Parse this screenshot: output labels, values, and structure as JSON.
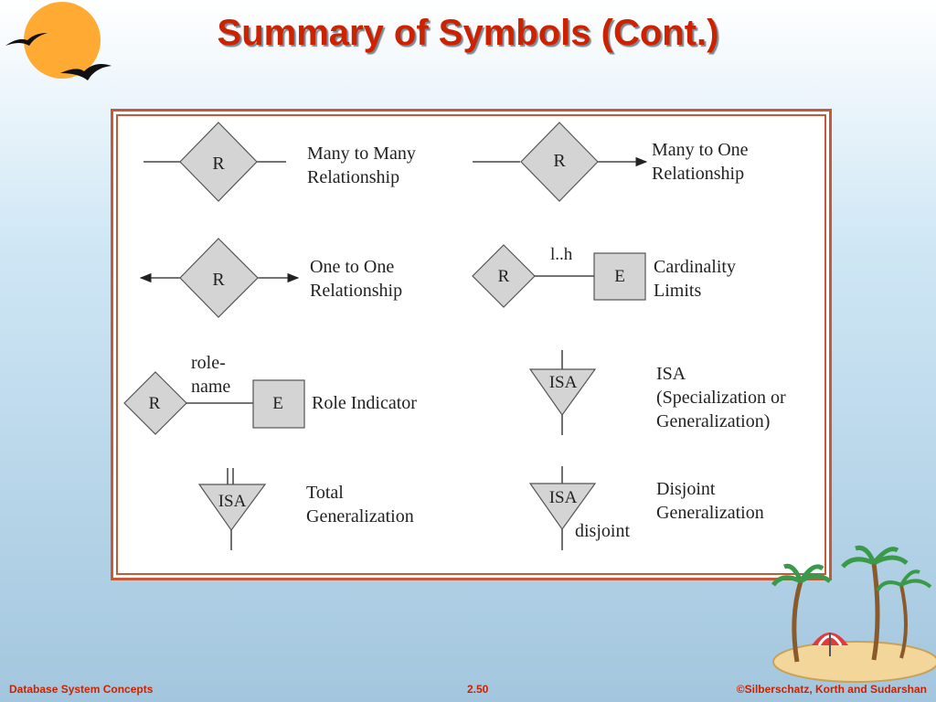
{
  "slide": {
    "title": "Summary of Symbols (Cont.)",
    "footer_left": "Database System Concepts",
    "footer_center": "2.50",
    "footer_right": "©Silberschatz, Korth and Sudarshan"
  },
  "symbols": {
    "many_to_many": {
      "shape_label": "R",
      "caption_line1": "Many to Many",
      "caption_line2": "Relationship"
    },
    "many_to_one": {
      "shape_label": "R",
      "caption_line1": "Many to One",
      "caption_line2": "Relationship"
    },
    "one_to_one": {
      "shape_label": "R",
      "caption_line1": "One to One",
      "caption_line2": "Relationship"
    },
    "cardinality": {
      "rel_label": "R",
      "ent_label": "E",
      "limit_label": "l..h",
      "caption_line1": "Cardinality",
      "caption_line2": "Limits"
    },
    "role_indicator": {
      "rel_label": "R",
      "ent_label": "E",
      "role_line1": "role-",
      "role_line2": "name",
      "caption": "Role Indicator"
    },
    "isa": {
      "shape_label": "ISA",
      "caption_line1": "ISA",
      "caption_line2": "(Specialization or",
      "caption_line3": "Generalization)"
    },
    "total_generalization": {
      "shape_label": "ISA",
      "caption_line1": "Total",
      "caption_line2": "Generalization"
    },
    "disjoint_generalization": {
      "shape_label": "ISA",
      "extra_label": "disjoint",
      "caption_line1": "Disjoint",
      "caption_line2": "Generalization"
    }
  },
  "colors": {
    "title": "#cc2200",
    "frame_border": "#c45a3a",
    "shape_fill": "#d4d4d4",
    "sun": "#ffaa33"
  }
}
